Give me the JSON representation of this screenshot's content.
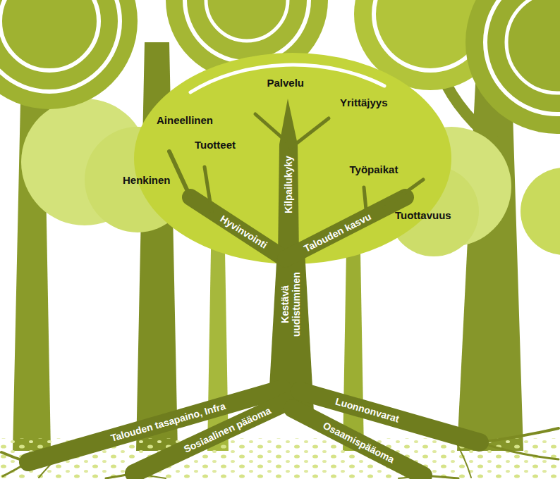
{
  "diagram": {
    "labels": [
      "Palvelu",
      "Yrittäjyys",
      "Aineellinen",
      "Tuotteet",
      "Kilpailukyky",
      "Työpaikat",
      "Henkinen",
      "Hyvinvointi",
      "Tuottavuus",
      "Talouden kasvu",
      "Kestävä uudistuminen",
      "Talouden tasapaino, Infra",
      "Luonnonvarat",
      "Sosiaalinen pääoma",
      "Osaamispääoma"
    ]
  }
}
